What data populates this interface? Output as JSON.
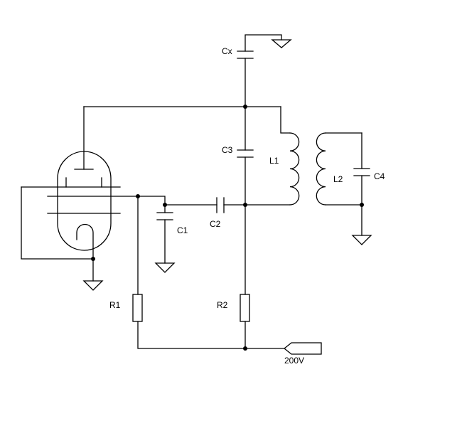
{
  "diagram": {
    "type": "circuit-schematic",
    "title": "",
    "colors": {
      "line": "#000000",
      "background": "#ffffff"
    },
    "components": [
      {
        "id": "V1",
        "kind": "vacuum-tube",
        "label": ""
      },
      {
        "id": "Cx",
        "kind": "capacitor",
        "label": "Cx"
      },
      {
        "id": "C1",
        "kind": "capacitor",
        "label": "C1"
      },
      {
        "id": "C2",
        "kind": "capacitor",
        "label": "C2"
      },
      {
        "id": "C3",
        "kind": "capacitor",
        "label": "C3"
      },
      {
        "id": "C4",
        "kind": "capacitor",
        "label": "C4"
      },
      {
        "id": "L1",
        "kind": "inductor",
        "label": "L1"
      },
      {
        "id": "L2",
        "kind": "inductor",
        "label": "L2"
      },
      {
        "id": "R1",
        "kind": "resistor",
        "label": "R1"
      },
      {
        "id": "R2",
        "kind": "resistor",
        "label": "R2"
      },
      {
        "id": "GND",
        "kind": "ground",
        "label": "",
        "count": 4
      },
      {
        "id": "P1",
        "kind": "supply-port",
        "label": "200V"
      }
    ],
    "labels": {
      "cx": "Cx",
      "c1": "C1",
      "c2": "C2",
      "c3": "C3",
      "c4": "C4",
      "l1": "L1",
      "l2": "L2",
      "r1": "R1",
      "r2": "R2",
      "supply": "200V"
    }
  }
}
